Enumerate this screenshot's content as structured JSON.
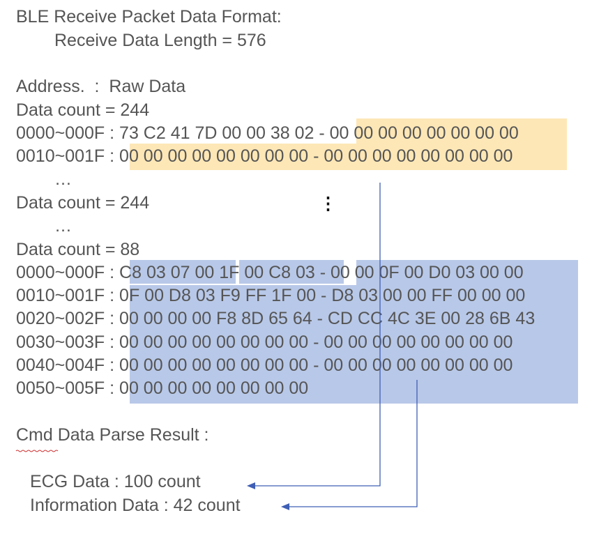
{
  "header": {
    "title": "BLE Receive Packet Data Format:",
    "length_line": "Receive Data Length = 576"
  },
  "table": {
    "column_header": "Address.  :  Raw Data",
    "group1": {
      "count_label": "Data count = 244",
      "rows": [
        {
          "addr": "0000~000F",
          "sep": " : ",
          "plain": "73 C2 41 7D 00 00 38 02 - ",
          "hl": "00 00 00 00 00 00 00 00"
        },
        {
          "addr": "0010~001F",
          "sep": " : ",
          "plain": "",
          "hl": "00 00 00 00 00 00 00 00 - 00 00 00 00 00 00 00 00"
        }
      ],
      "ellipsis": "…"
    },
    "group2": {
      "count_label": "Data count = 244",
      "ellipsis": "…",
      "vertical_ellipsis": "⋮"
    },
    "group3": {
      "count_label": "Data count = 88",
      "rows": [
        {
          "addr": "0000~000F",
          "sep": " : ",
          "data": "C8 03 07 00 1F 00 C8 03 - 00 00 0F 00 D0 03 00 00"
        },
        {
          "addr": "0010~001F",
          "sep": " : ",
          "data": "0F 00 D8 03 F9 FF 1F 00 - D8 03 00 00 FF 00 00 00"
        },
        {
          "addr": "0020~002F",
          "sep": " : ",
          "data": "00 00 00 00 F8 8D 65 64 - CD CC 4C 3E 00 28 6B 43"
        },
        {
          "addr": "0030~003F",
          "sep": " : ",
          "data": "00 00 00 00 00 00 00 00 - 00 00 00 00 00 00 00 00"
        },
        {
          "addr": "0040~004F",
          "sep": " : ",
          "data": "00 00 00 00 00 00 00 00 - 00 00 00 00 00 00 00 00"
        },
        {
          "addr": "0050~005F",
          "sep": " : ",
          "data": "00 00 00 00 00 00 00 00"
        }
      ]
    }
  },
  "result": {
    "title": "Cmd Data Parse Result :",
    "ecg": "ECG Data : 100 count",
    "info": "Information Data : 42 count"
  },
  "colors": {
    "yellow_highlight": "#fde7b6",
    "blue_highlight": "#b8c8e8",
    "arrow": "#3f5fb5",
    "text": "#555555"
  }
}
